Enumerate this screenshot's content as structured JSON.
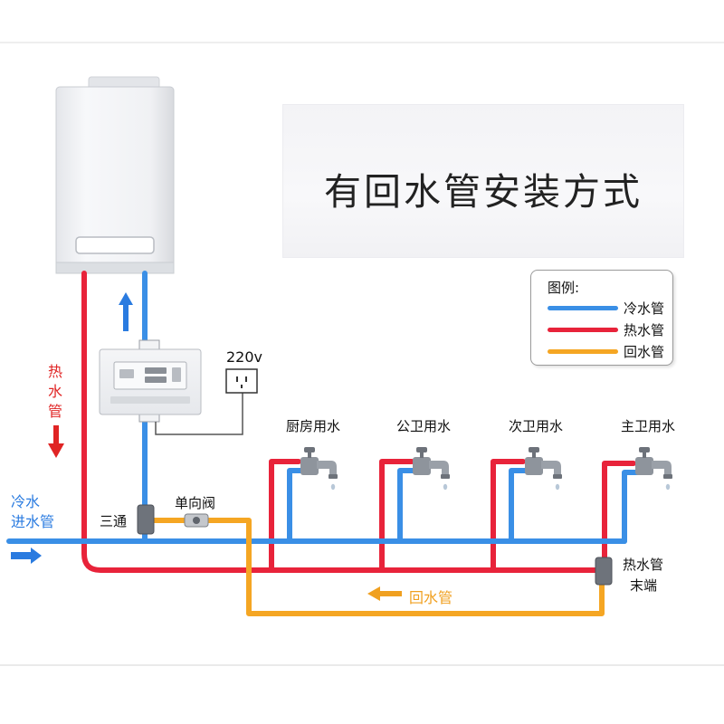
{
  "title": "有回水管安装方式",
  "legend": {
    "heading": "图例:",
    "items": [
      {
        "label": "冷水管",
        "color": "#3a8fe6"
      },
      {
        "label": "热水管",
        "color": "#e8233a"
      },
      {
        "label": "回水管",
        "color": "#f5a623"
      }
    ]
  },
  "power_label": "220v",
  "heater_flow_label": [
    "热",
    "水",
    "管"
  ],
  "cold_inlet_label": [
    "冷水",
    "进水管"
  ],
  "tee_label": "三通",
  "check_valve_label": "单向阀",
  "return_label": "回水管",
  "hot_end_label": [
    "热水管",
    "末端"
  ],
  "outlets": [
    "厨房用水",
    "公卫用水",
    "次卫用水",
    "主卫用水"
  ],
  "colors": {
    "cold": "#3a8fe6",
    "hot": "#e8233a",
    "return": "#f5a623",
    "arrow_blue": "#2a7be0",
    "arrow_red": "#e02424",
    "arrow_orange": "#f0a020"
  }
}
